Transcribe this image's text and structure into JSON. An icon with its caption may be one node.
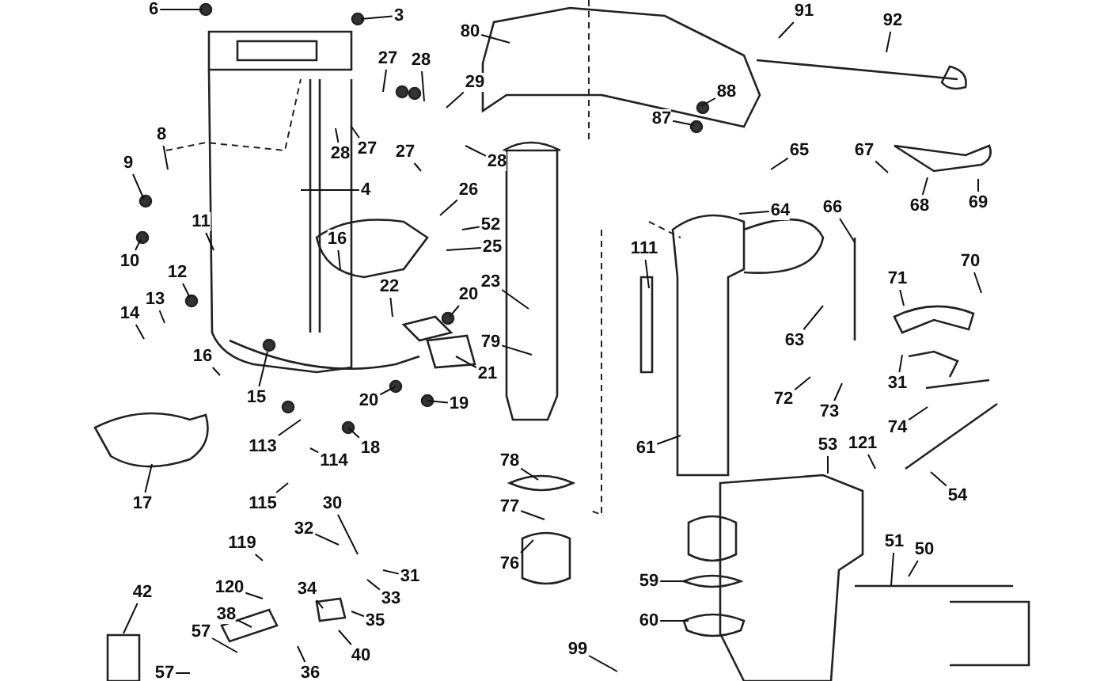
{
  "diagram": {
    "nodes": [
      {
        "text": [
          "6"
        ]
      },
      {
        "text": [
          "3"
        ]
      },
      {
        "text": [
          "91"
        ]
      },
      {
        "text": [
          "92"
        ]
      },
      {
        "text": [
          "80"
        ]
      },
      {
        "text": [
          "27"
        ]
      },
      {
        "text": [
          "28"
        ]
      },
      {
        "text": [
          "29"
        ]
      },
      {
        "text": [
          "88"
        ]
      },
      {
        "text": [
          "87"
        ]
      },
      {
        "text": [
          "27"
        ]
      },
      {
        "text": [
          "8"
        ]
      },
      {
        "text": [
          "27"
        ]
      },
      {
        "text": [
          "28"
        ]
      },
      {
        "text": [
          "65"
        ]
      },
      {
        "text": [
          "67"
        ]
      },
      {
        "text": [
          "9"
        ]
      },
      {
        "text": [
          "28"
        ]
      },
      {
        "text": [
          "26"
        ]
      },
      {
        "text": [
          "4"
        ]
      },
      {
        "text": [
          "68"
        ]
      },
      {
        "text": [
          "69"
        ]
      },
      {
        "text": [
          "64"
        ]
      },
      {
        "text": [
          "66"
        ]
      },
      {
        "text": [
          "111"
        ]
      },
      {
        "text": [
          "16"
        ]
      },
      {
        "text": [
          "11"
        ]
      },
      {
        "text": [
          "52"
        ]
      },
      {
        "text": [
          "25"
        ]
      },
      {
        "text": [
          "10"
        ]
      },
      {
        "text": [
          "70"
        ]
      },
      {
        "text": [
          "12"
        ]
      },
      {
        "text": [
          "71"
        ]
      },
      {
        "text": [
          "20"
        ]
      },
      {
        "text": [
          "23"
        ]
      },
      {
        "text": [
          "22"
        ]
      },
      {
        "text": [
          "13"
        ]
      },
      {
        "text": [
          "14"
        ]
      },
      {
        "text": [
          "79"
        ]
      },
      {
        "text": [
          "63"
        ]
      },
      {
        "text": [
          "16"
        ]
      },
      {
        "text": [
          "21"
        ]
      },
      {
        "text": [
          "31"
        ]
      },
      {
        "text": [
          "72"
        ]
      },
      {
        "text": [
          "20"
        ]
      },
      {
        "text": [
          "19"
        ]
      },
      {
        "text": [
          "15"
        ]
      },
      {
        "text": [
          "73"
        ]
      },
      {
        "text": [
          "74"
        ]
      },
      {
        "text": [
          "121"
        ]
      },
      {
        "text": [
          "113"
        ]
      },
      {
        "text": [
          "18"
        ]
      },
      {
        "text": [
          "61"
        ]
      },
      {
        "text": [
          "53"
        ]
      },
      {
        "text": [
          "78"
        ]
      },
      {
        "text": [
          "114"
        ]
      },
      {
        "text": [
          "54"
        ]
      },
      {
        "text": [
          "17"
        ]
      },
      {
        "text": [
          "115"
        ]
      },
      {
        "text": [
          "77"
        ]
      },
      {
        "text": [
          "30"
        ]
      },
      {
        "text": [
          "32"
        ]
      },
      {
        "text": [
          "51"
        ]
      },
      {
        "text": [
          "119"
        ]
      },
      {
        "text": [
          "50"
        ]
      },
      {
        "text": [
          "34"
        ]
      },
      {
        "text": [
          "76"
        ]
      },
      {
        "text": [
          "31"
        ]
      },
      {
        "text": [
          "59"
        ]
      },
      {
        "text": [
          "60"
        ]
      },
      {
        "text": [
          "120"
        ]
      },
      {
        "text": [
          "42"
        ]
      },
      {
        "text": [
          "33"
        ]
      },
      {
        "text": [
          "38"
        ]
      },
      {
        "text": [
          "35"
        ]
      },
      {
        "text": [
          "57"
        ]
      },
      {
        "text": [
          "40"
        ]
      },
      {
        "text": [
          "99"
        ]
      },
      {
        "text": [
          "36"
        ]
      },
      {
        "text": [
          "57"
        ]
      }
    ],
    "edges": [
      {
        "from": 0,
        "to": null,
        "arrow": "none"
      },
      {
        "from": 1,
        "to": null,
        "arrow": "none"
      },
      {
        "from": 2,
        "to": null,
        "arrow": "none"
      },
      {
        "from": 3,
        "to": null,
        "arrow": "none"
      },
      {
        "from": 4,
        "to": null,
        "arrow": "none"
      },
      {
        "from": 5,
        "to": null,
        "arrow": "none"
      },
      {
        "from": 6,
        "to": null,
        "arrow": "none"
      },
      {
        "from": 7,
        "to": null,
        "arrow": "none"
      },
      {
        "from": 8,
        "to": null,
        "arrow": "none"
      },
      {
        "from": 9,
        "to": null,
        "arrow": "none"
      },
      {
        "from": 10,
        "to": null,
        "arrow": "none"
      },
      {
        "from": 11,
        "to": null,
        "arrow": "none"
      },
      {
        "from": 12,
        "to": null,
        "arrow": "none"
      },
      {
        "from": 13,
        "to": null,
        "arrow": "none"
      },
      {
        "from": 14,
        "to": null,
        "arrow": "none"
      },
      {
        "from": 15,
        "to": null,
        "arrow": "none"
      },
      {
        "from": 16,
        "to": null,
        "arrow": "none"
      },
      {
        "from": 17,
        "to": null,
        "arrow": "none"
      },
      {
        "from": 18,
        "to": null,
        "arrow": "none"
      },
      {
        "from": 19,
        "to": null,
        "arrow": "none"
      },
      {
        "from": 20,
        "to": null,
        "arrow": "none"
      },
      {
        "from": 21,
        "to": null,
        "arrow": "none"
      },
      {
        "from": 22,
        "to": null,
        "arrow": "none"
      },
      {
        "from": 23,
        "to": null,
        "arrow": "none"
      },
      {
        "from": 24,
        "to": null,
        "arrow": "none"
      },
      {
        "from": 25,
        "to": null,
        "arrow": "none"
      },
      {
        "from": 26,
        "to": null,
        "arrow": "none"
      },
      {
        "from": 27,
        "to": null,
        "arrow": "none"
      },
      {
        "from": 28,
        "to": null,
        "arrow": "none"
      },
      {
        "from": 29,
        "to": null,
        "arrow": "none"
      },
      {
        "from": 30,
        "to": null,
        "arrow": "none"
      },
      {
        "from": 31,
        "to": null,
        "arrow": "none"
      },
      {
        "from": 32,
        "to": null,
        "arrow": "none"
      },
      {
        "from": 33,
        "to": null,
        "arrow": "none"
      },
      {
        "from": 34,
        "to": null,
        "arrow": "none"
      },
      {
        "from": 35,
        "to": null,
        "arrow": "none"
      },
      {
        "from": 36,
        "to": null,
        "arrow": "none"
      },
      {
        "from": 37,
        "to": null,
        "arrow": "none"
      },
      {
        "from": 38,
        "to": null,
        "arrow": "none"
      },
      {
        "from": 39,
        "to": null,
        "arrow": "none"
      },
      {
        "from": 40,
        "to": null,
        "arrow": "none"
      },
      {
        "from": 41,
        "to": null,
        "arrow": "none"
      },
      {
        "from": 42,
        "to": null,
        "arrow": "none"
      },
      {
        "from": 43,
        "to": null,
        "arrow": "none"
      },
      {
        "from": 44,
        "to": null,
        "arrow": "none"
      },
      {
        "from": 45,
        "to": null,
        "arrow": "none"
      },
      {
        "from": 46,
        "to": null,
        "arrow": "none"
      },
      {
        "from": 47,
        "to": null,
        "arrow": "none"
      },
      {
        "from": 48,
        "to": null,
        "arrow": "none"
      },
      {
        "from": 49,
        "to": null,
        "arrow": "none"
      },
      {
        "from": 50,
        "to": null,
        "arrow": "none"
      },
      {
        "from": 51,
        "to": null,
        "arrow": "none"
      },
      {
        "from": 52,
        "to": null,
        "arrow": "none"
      },
      {
        "from": 53,
        "to": null,
        "arrow": "none"
      },
      {
        "from": 54,
        "to": null,
        "arrow": "none"
      },
      {
        "from": 55,
        "to": null,
        "arrow": "none"
      },
      {
        "from": 56,
        "to": null,
        "arrow": "none"
      },
      {
        "from": 57,
        "to": null,
        "arrow": "none"
      },
      {
        "from": 58,
        "to": null,
        "arrow": "none"
      },
      {
        "from": 59,
        "to": null,
        "arrow": "none"
      },
      {
        "from": 60,
        "to": null,
        "arrow": "none"
      },
      {
        "from": 61,
        "to": null,
        "arrow": "none"
      },
      {
        "from": 62,
        "to": null,
        "arrow": "none"
      },
      {
        "from": 63,
        "to": null,
        "arrow": "none"
      },
      {
        "from": 64,
        "to": null,
        "arrow": "none"
      },
      {
        "from": 65,
        "to": null,
        "arrow": "none"
      },
      {
        "from": 66,
        "to": null,
        "arrow": "none"
      },
      {
        "from": 67,
        "to": null,
        "arrow": "none"
      },
      {
        "from": 68,
        "to": null,
        "arrow": "none"
      },
      {
        "from": 69,
        "to": null,
        "arrow": "none"
      },
      {
        "from": 70,
        "to": null,
        "arrow": "none"
      },
      {
        "from": 71,
        "to": null,
        "arrow": "none"
      },
      {
        "from": 72,
        "to": null,
        "arrow": "none"
      },
      {
        "from": 73,
        "to": null,
        "arrow": "none"
      },
      {
        "from": 74,
        "to": null,
        "arrow": "none"
      },
      {
        "from": 75,
        "to": null,
        "arrow": "none"
      },
      {
        "from": 76,
        "to": null,
        "arrow": "none"
      },
      {
        "from": 77,
        "to": null,
        "arrow": "none"
      },
      {
        "from": 78,
        "to": null,
        "arrow": "none"
      },
      {
        "from": 79,
        "to": null,
        "arrow": "none"
      }
    ]
  }
}
